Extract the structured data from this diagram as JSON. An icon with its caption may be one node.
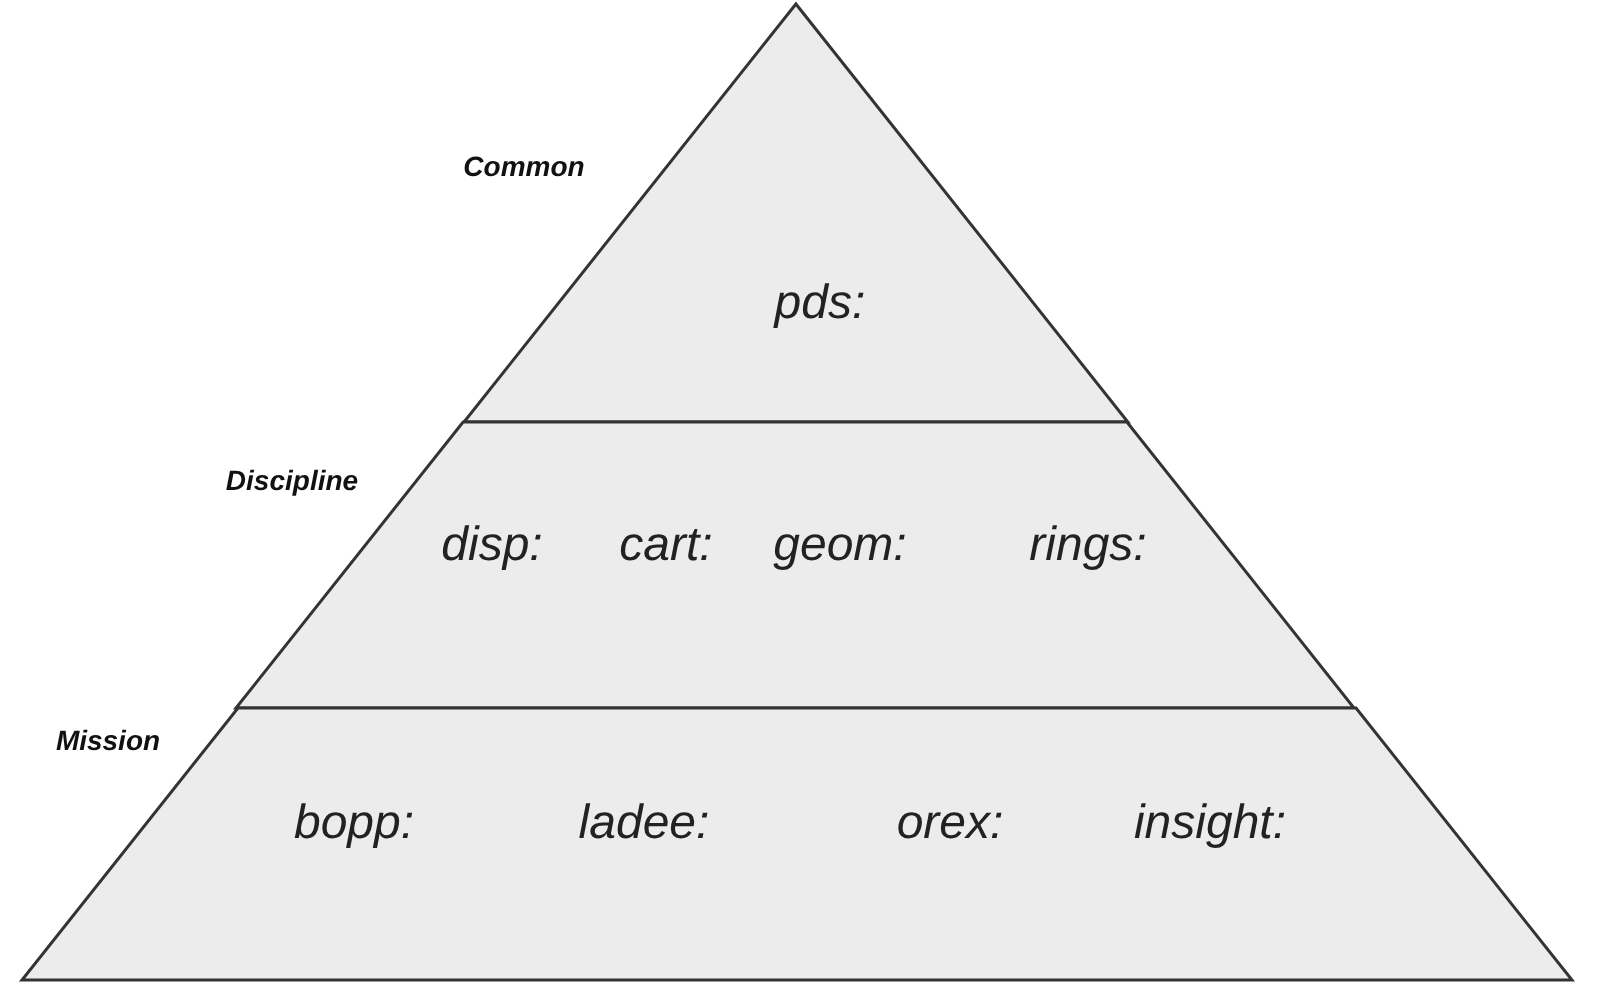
{
  "diagram": {
    "nodes": [
      {
        "text": [
          "pds:"
        ],
        "beside": [
          "Common"
        ]
      },
      {
        "text": [
          "disp:",
          "cart:",
          "geom:",
          "rings:"
        ],
        "beside": [
          "Discipline"
        ]
      },
      {
        "text": [
          "bopp:",
          "ladee:",
          "orex:",
          "insight:"
        ],
        "beside": [
          "Mission"
        ]
      }
    ]
  }
}
